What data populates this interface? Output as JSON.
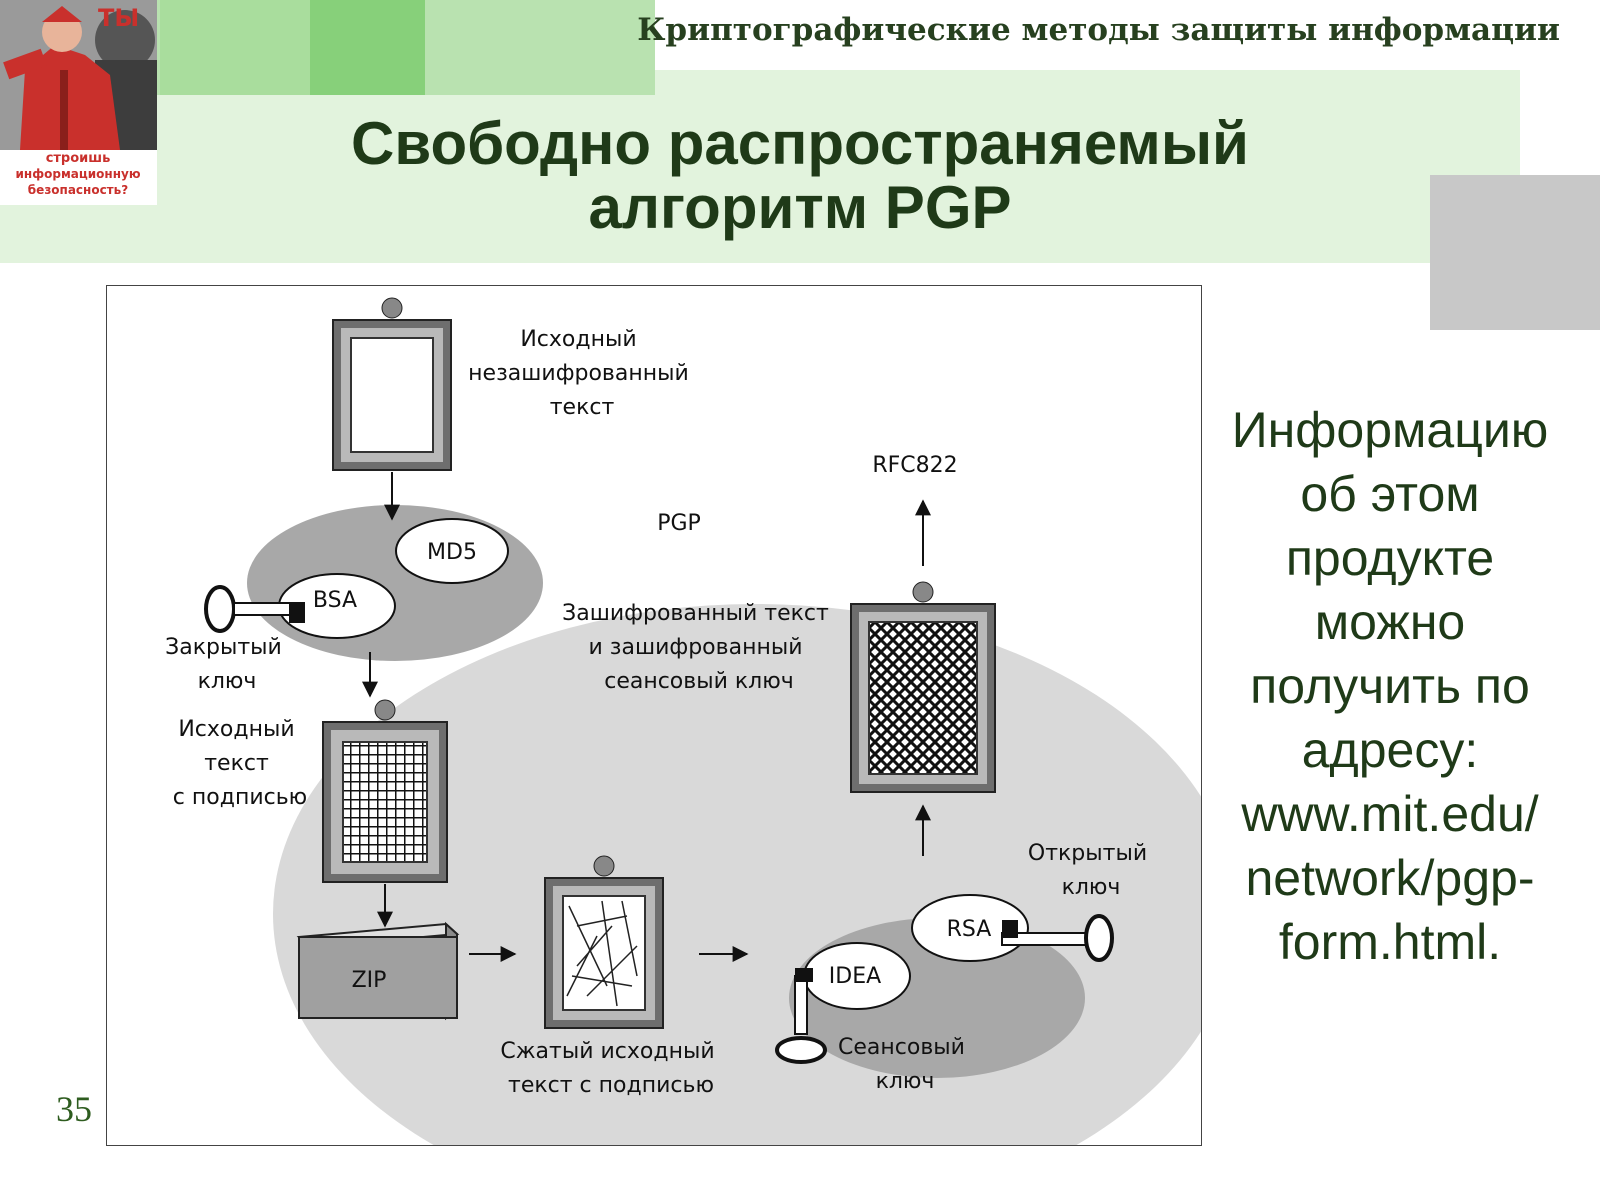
{
  "header": {
    "course_title": "Криптографические методы защиты информации",
    "slide_title_line1": "Свободно распространяемый",
    "slide_title_line2": "алгоритм PGP"
  },
  "poster": {
    "top_word": "ТЫ",
    "caption_line1": "строишь",
    "caption_line2": "информационную",
    "caption_line3": "безопасность?"
  },
  "diagram": {
    "plaintext": [
      "Исходный",
      "незашифрованный",
      "текст"
    ],
    "md5": "MD5",
    "bsa": "BSA",
    "private_key": [
      "Закрытый",
      "ключ"
    ],
    "signed_text": [
      "Исходный",
      "текст",
      "с подписью"
    ],
    "pgp": "PGP",
    "zip": "ZIP",
    "compressed": [
      "Сжатый исходный",
      "текст с подписью"
    ],
    "idea": "IDEA",
    "rsa": "RSA",
    "public_key": [
      "Открытый",
      "ключ"
    ],
    "session_key": [
      "Сеансовый",
      "ключ"
    ],
    "encrypted": [
      "Зашифрованный текст",
      "и зашифрованный",
      "сеансовый ключ"
    ],
    "rfc": "RFC822"
  },
  "side_text": [
    "Информацию",
    "об этом",
    "продукте",
    "можно",
    "получить по",
    "адресу:",
    "www.mit.edu/",
    "network/pgp-",
    "form.html."
  ],
  "page_number": "35",
  "colors": {
    "title_green": "#1f3a18",
    "band_green": "#b9e2b0",
    "band_light": "#e2f3dd",
    "ellipse_gray": "#d9d9d9",
    "inner_gray": "#a8a8a8"
  }
}
